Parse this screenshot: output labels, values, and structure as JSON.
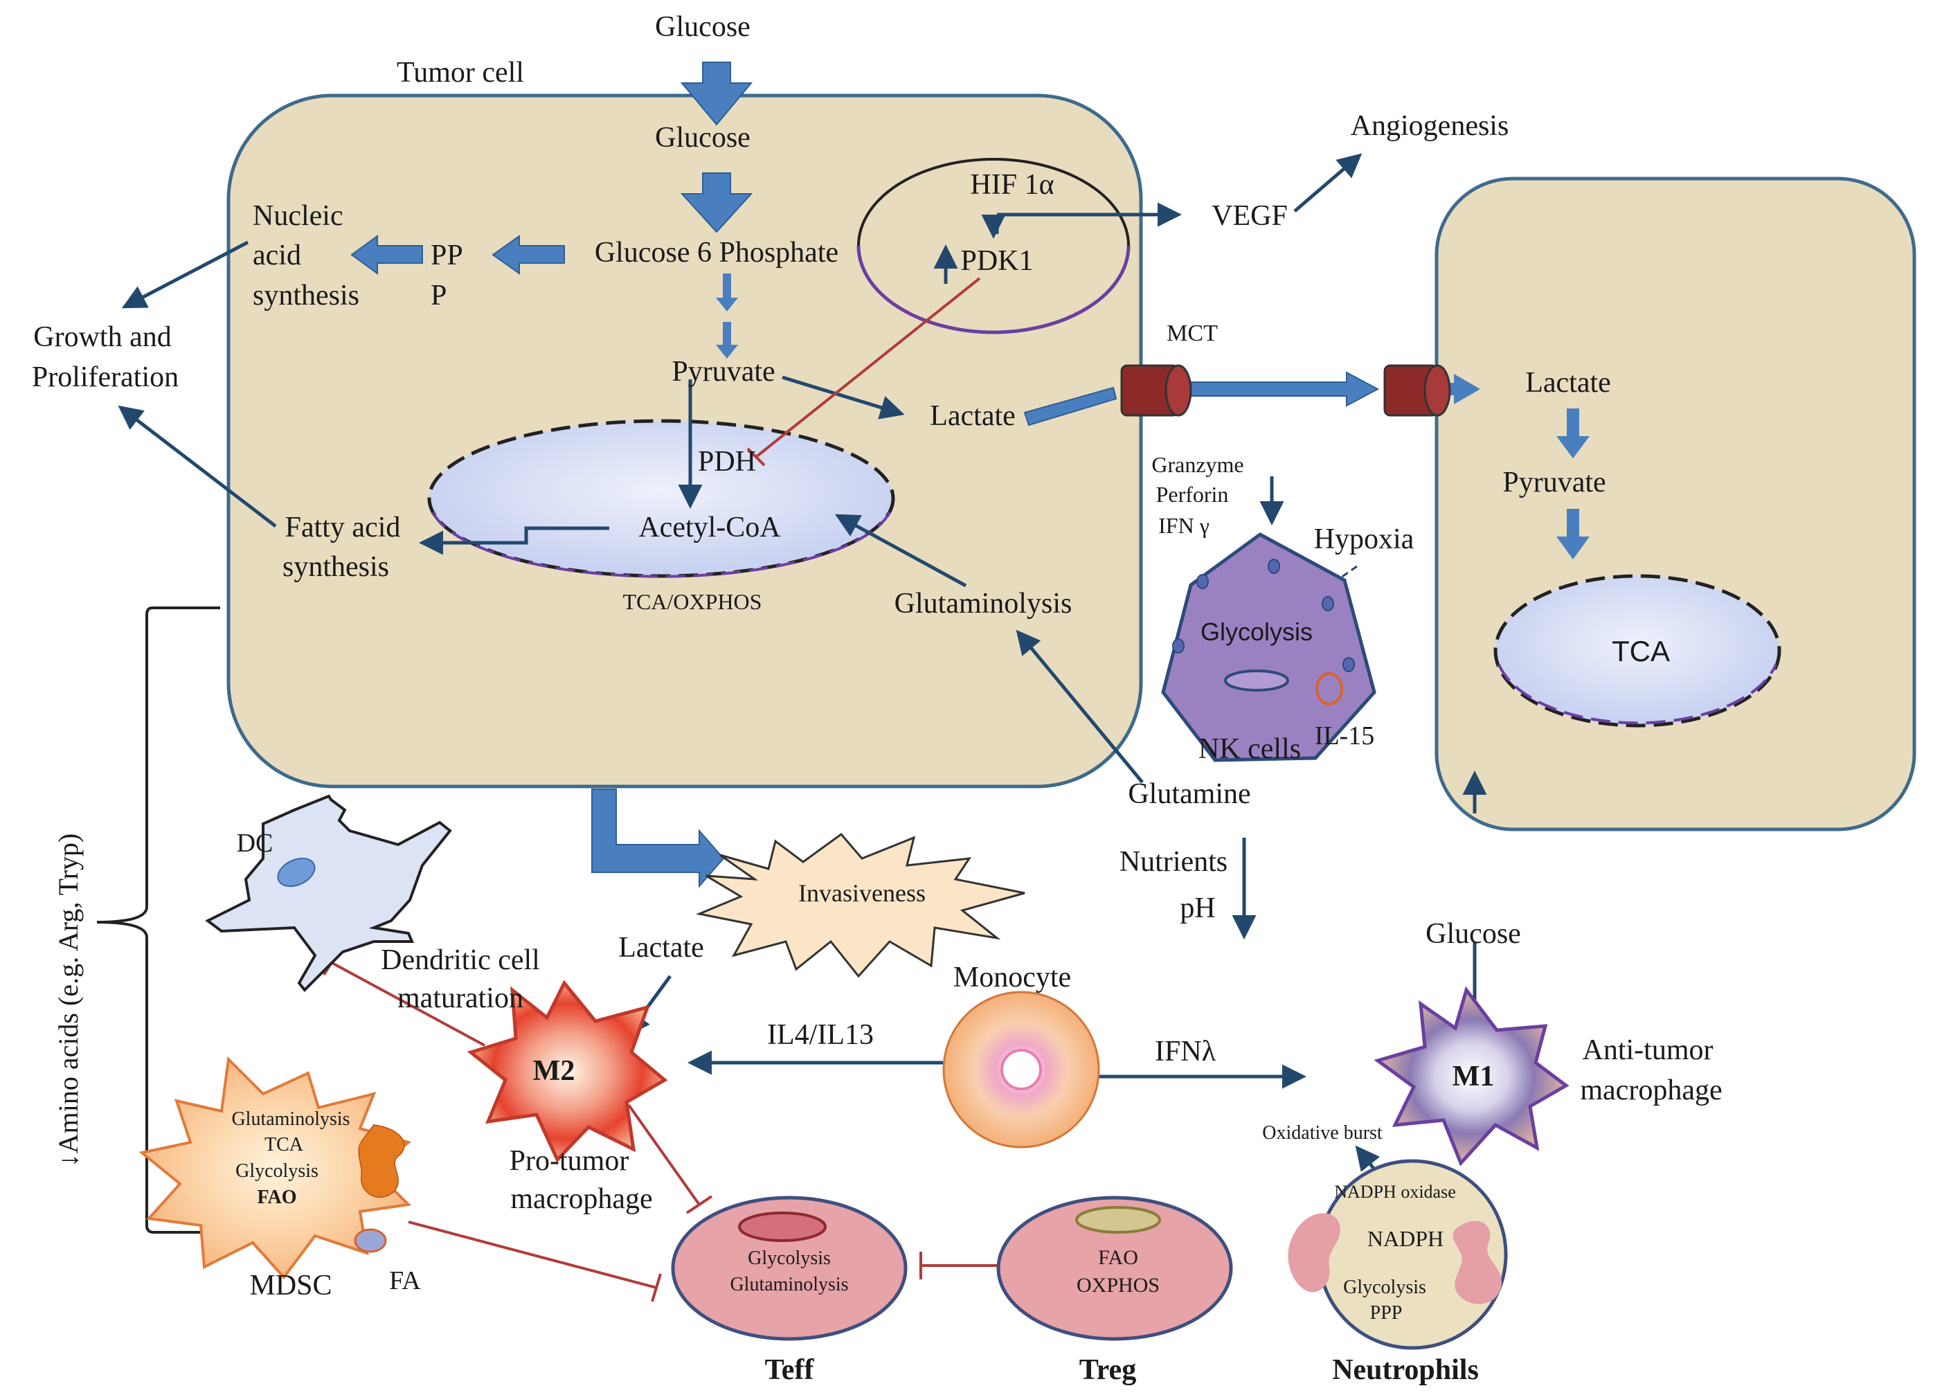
{
  "labels": {
    "glucose_outside": "Glucose",
    "tumor_cell": "Tumor cell",
    "glucose_inside": "Glucose",
    "angiogenesis": "Angiogenesis",
    "hif1a": "HIF 1α",
    "vegf": "VEGF",
    "pdk1": "PDK1",
    "nucleic_1": "Nucleic",
    "nucleic_2": "acid",
    "nucleic_3": "synthesis",
    "ppp_1": "PP",
    "ppp_2": "P",
    "g6p": "Glucose 6 Phosphate",
    "growth_1": "Growth and",
    "growth_2": "Proliferation",
    "mct": "MCT",
    "pyruvate": "Pyruvate",
    "lactate": "Lactate",
    "pdh": "PDH",
    "acetyl_coa": "Acetyl-CoA",
    "tca_oxphos": "TCA/OXPHOS",
    "fatty_1": "Fatty acid",
    "fatty_2": "synthesis",
    "glutaminolysis": "Glutaminolysis",
    "granzyme": "Granzyme",
    "perforin": "Perforin",
    "ifn_gamma": "IFN γ",
    "hypoxia": "Hypoxia",
    "nk_glycolysis": "Glycolysis",
    "nk_cells": "NK cells",
    "il15": "IL-15",
    "glutamine": "Glutamine",
    "right_lactate": "Lactate",
    "right_pyruvate": "Pyruvate",
    "right_tca": "TCA",
    "dc": "DC",
    "invasiveness": "Invasiveness",
    "nutrients": "Nutrients",
    "ph": "pH",
    "amino_acids": "↓Amino acids (e.g. Arg, Tryp)",
    "dc_mat_1": "Dendritic cell",
    "dc_mat_2": "maturation",
    "lactate_m2": "Lactate",
    "monocyte": "Monocyte",
    "glucose_m1": "Glucose",
    "il4_il13": "IL4/IL13",
    "ifn_lambda": "IFNλ",
    "m2": "M2",
    "m1": "M1",
    "anti_tumor_1": "Anti-tumor",
    "anti_tumor_2": "macrophage",
    "pro_tumor_1": "Pro-tumor",
    "pro_tumor_2": "macrophage",
    "mdsc_1": "Glutaminolysis",
    "mdsc_2": "TCA",
    "mdsc_3": "Glycolysis",
    "mdsc_4": "FAO",
    "mdsc": "MDSC",
    "fa": "FA",
    "oxidative_burst": "Oxidative  burst",
    "nadph_oxidase": "NADPH  oxidase",
    "nadph": "NADPH",
    "neu_glycolysis": "Glycolysis",
    "neu_ppp": "PPP",
    "teff_1": "Glycolysis",
    "teff_2": "Glutaminolysis",
    "teff": "Teff",
    "treg_1": "FAO",
    "treg_2": "OXPHOS",
    "treg": "Treg",
    "neutrophils": "Neutrophils"
  },
  "colors": {
    "cell_fill": "#e8dcbf",
    "cell_stroke": "#3e6a8c",
    "arrow_blue": "#4a7fbf",
    "arrow_dark": "#23486e",
    "inhibit_red": "#b23b3b",
    "mito_fill": "#cdd6f3",
    "nk_fill": "#9a82c2",
    "pink_cell": "#e6a3a8",
    "mct_red": "#8c2a2a"
  }
}
